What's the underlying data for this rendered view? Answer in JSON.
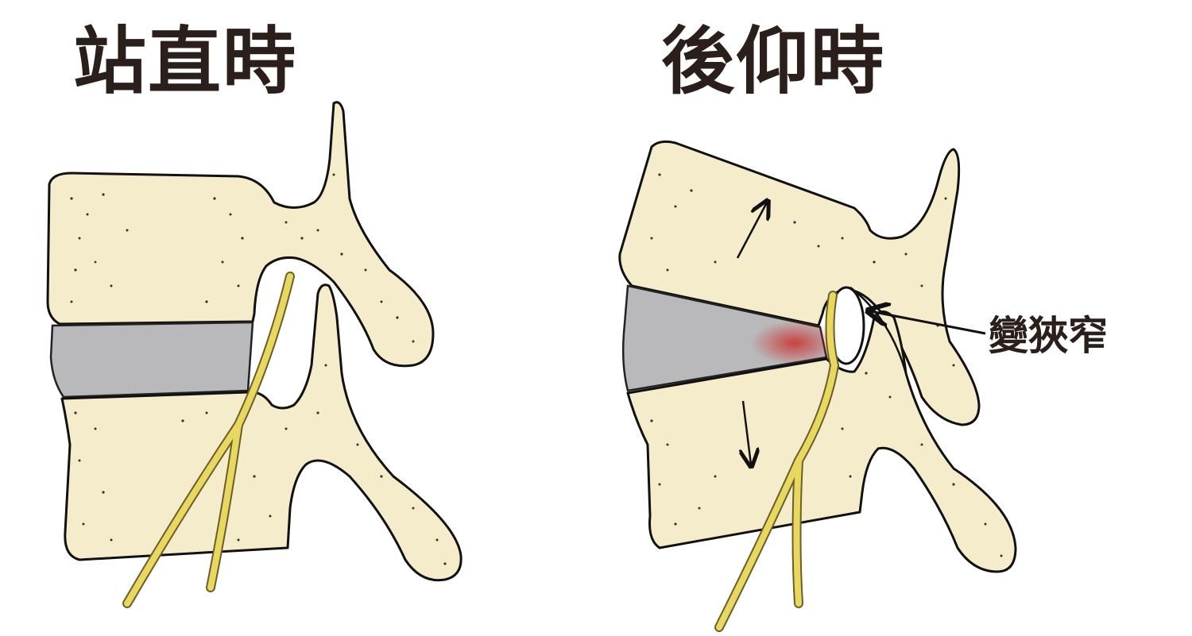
{
  "panels": {
    "left": {
      "title": "站直時"
    },
    "right": {
      "title": "後仰時",
      "label": "變狹窄"
    }
  },
  "colors": {
    "bone": "#f4eccb",
    "disc": "#b9b9bb",
    "nerve": "#e8d860",
    "inflammation": "#cc2b2b",
    "outline": "#111111"
  }
}
